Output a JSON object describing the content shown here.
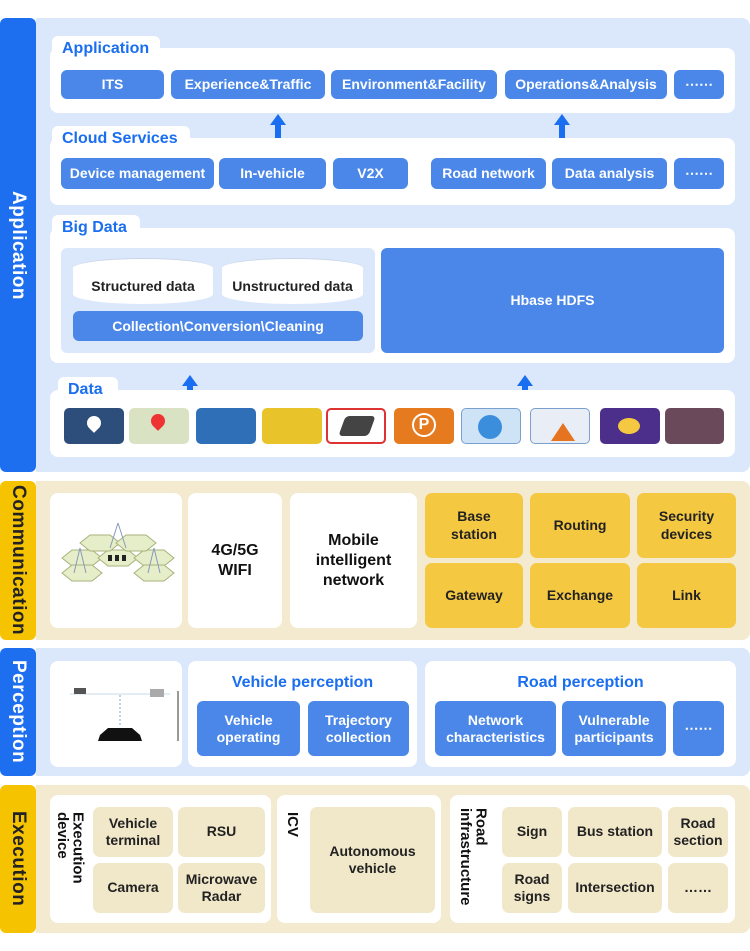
{
  "layers": {
    "application": "Application",
    "communication": "Communication",
    "perception": "Perception",
    "execution": "Execution"
  },
  "application": {
    "title": "Application",
    "items": [
      "ITS",
      "Experience&Traffic",
      "Environment&Facility",
      "Operations&Analysis",
      "⋯⋯"
    ]
  },
  "cloud": {
    "title": "Cloud Services",
    "items": [
      "Device management",
      "In-vehicle",
      "V2X",
      "Road network",
      "Data analysis",
      "⋯⋯"
    ]
  },
  "bigdata": {
    "title": "Big Data",
    "structured": "Structured data",
    "unstructured": "Unstructured data",
    "collection": "Collection\\Conversion\\Cleaning",
    "hbase": "Hbase HDFS"
  },
  "data": {
    "title": "Data",
    "icons": [
      "location-app",
      "map-app",
      "train-app",
      "car-search-app",
      "navigation-app",
      "parking-app",
      "globe-app",
      "road-app",
      "weather-app",
      "traffic-police-app"
    ]
  },
  "communication": {
    "tech": "4G/5G\nWIFI",
    "network": "Mobile\nintelligent\nnetwork",
    "items": [
      "Base\nstation",
      "Routing",
      "Security\ndevices",
      "Gateway",
      "Exchange",
      "Link"
    ]
  },
  "perception": {
    "vehicle_title": "Vehicle perception",
    "vehicle_items": [
      "Vehicle\noperating",
      "Trajectory\ncollection"
    ],
    "road_title": "Road perception",
    "road_items": [
      "Network\ncharacteristics",
      "Vulnerable\nparticipants",
      "⋯⋯"
    ]
  },
  "execution": {
    "device_label": "Execution\ndevice",
    "device_items": [
      "Vehicle\nterminal",
      "RSU",
      "Camera",
      "Microwave\nRadar"
    ],
    "icv_label": "ICV",
    "icv_item": "Autonomous\nvehicle",
    "road_label": "Road\ninfrastructure",
    "road_items": [
      "Sign",
      "Bus station",
      "Road\nsection",
      "Road\nsigns",
      "Intersection",
      "……"
    ]
  },
  "colors": {
    "blue": "#1e6ff0",
    "button_blue": "#4a87e8",
    "yellow": "#f5c842",
    "beige": "#f1e7c9"
  }
}
